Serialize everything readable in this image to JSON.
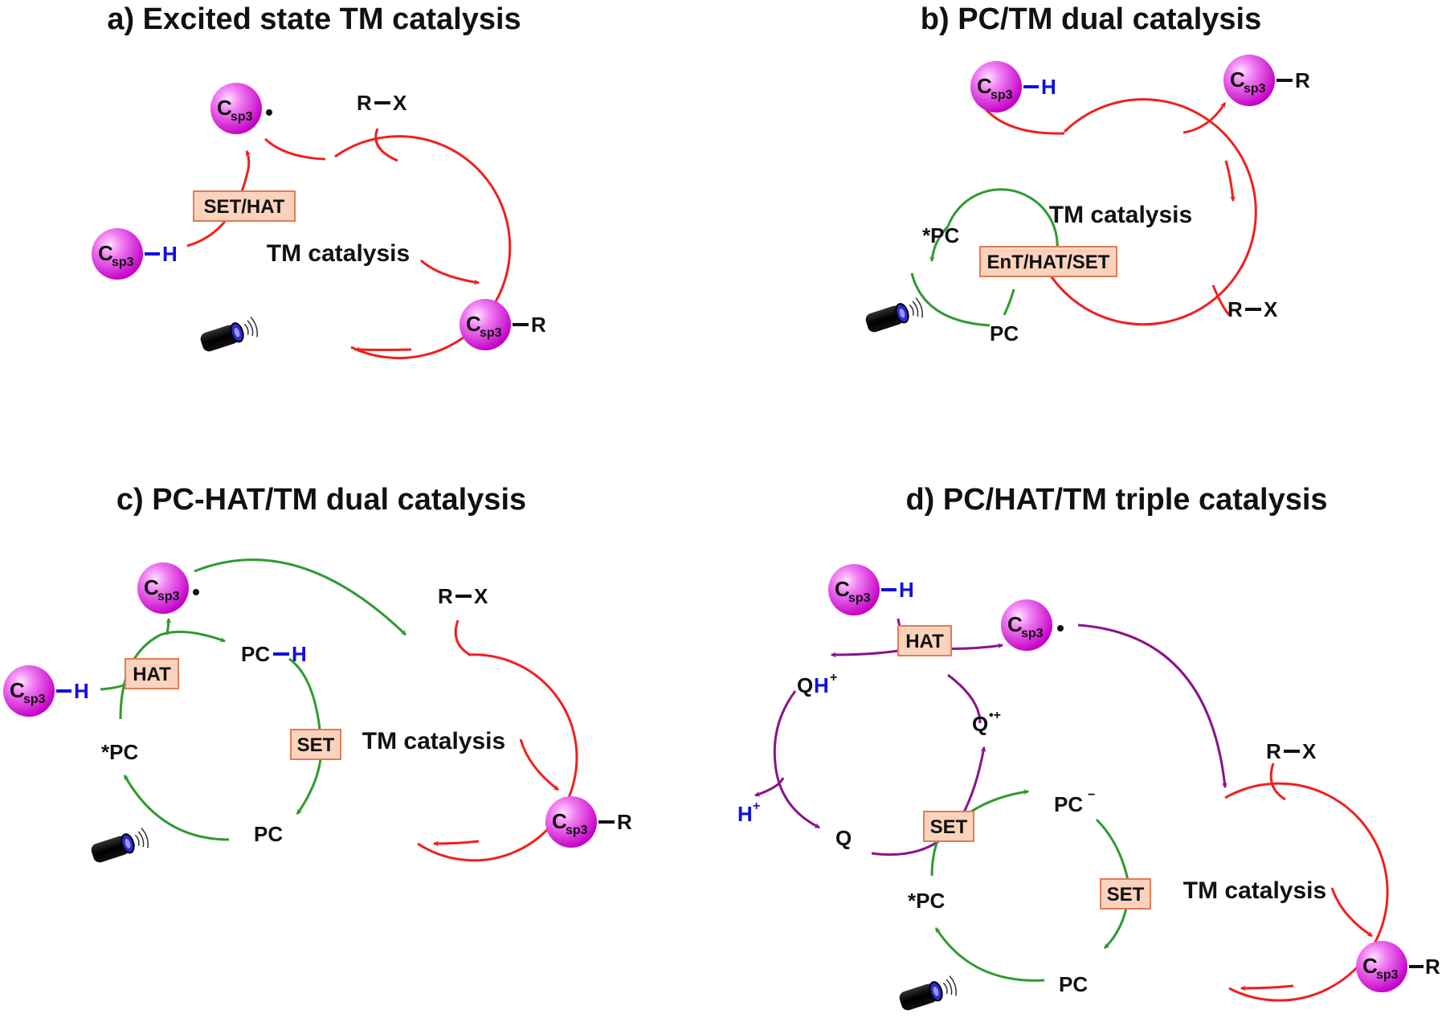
{
  "colors": {
    "tm_cycle": "#f11f1f",
    "pc_cycle": "#2f9a2f",
    "hat_cycle": "#8a138c",
    "hydrogen": "#1010dd",
    "sphere": "#e43fe6",
    "box_fill": "#fbd3bd",
    "box_stroke": "#e07c55"
  },
  "icons": {
    "light": "flashlight-icon",
    "substrate": "carbon-sphere-icon"
  },
  "common": {
    "c_main": "C",
    "c_sub": "sp3",
    "h": "H",
    "r": "R",
    "rx_r": "R",
    "rx_x": "X",
    "tm_catalysis": "TM catalysis",
    "pc": "PC",
    "pc_star": "*PC",
    "pc_minus": "PC",
    "minus": "−",
    "q": "Q",
    "qh_q": "Q",
    "qh_h": "H",
    "plus": "+",
    "h_plus": "H",
    "q_radcat": "•+"
  },
  "panels": {
    "a": {
      "title": "a) Excited state TM catalysis",
      "box": "SET/HAT"
    },
    "b": {
      "title": "b) PC/TM dual catalysis",
      "box": "EnT/HAT/SET"
    },
    "c": {
      "title": "c) PC-HAT/TM dual catalysis",
      "box_hat": "HAT",
      "box_set": "SET"
    },
    "d": {
      "title": "d) PC/HAT/TM triple catalysis",
      "box_hat": "HAT",
      "box_set1": "SET",
      "box_set2": "SET"
    }
  }
}
